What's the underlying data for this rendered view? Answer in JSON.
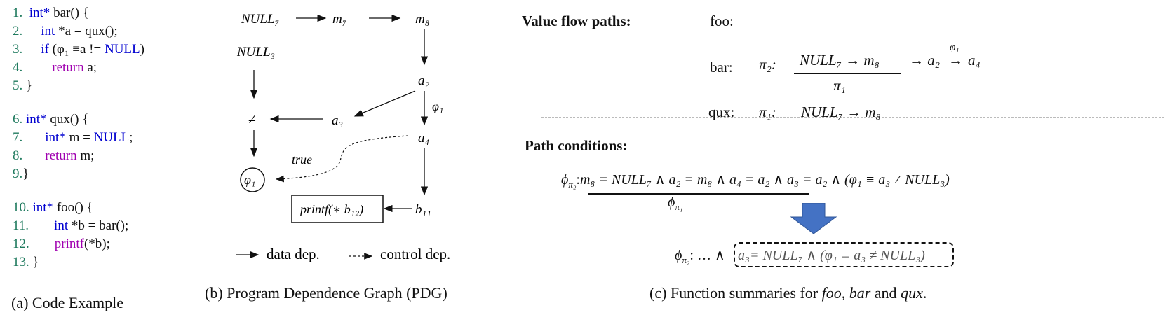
{
  "code": {
    "lines": [
      {
        "num": "1.",
        "kw": "int*",
        "rest": " bar() {",
        "indent": 0
      },
      {
        "num": "2.",
        "kw": "int",
        "rest": " *a = qux();",
        "indent": 1
      },
      {
        "num": "3.",
        "kw": "if",
        "rest_math": "(φ₁ ≡a != ",
        "kw2": "NULL",
        "tail": ")",
        "indent": 1
      },
      {
        "num": "4.",
        "ret": "return",
        "rest": " a;",
        "indent": 2
      },
      {
        "num": "5.",
        "rest": " }",
        "indent": 0
      },
      {
        "num": "6.",
        "kw": "int*",
        "rest": " qux() {",
        "indent": 0
      },
      {
        "num": "7.",
        "kw": "int*",
        "rest": " m = ",
        "kw2": "NULL",
        "tail": ";",
        "indent": 1
      },
      {
        "num": "8.",
        "ret": "return",
        "rest": " m;",
        "indent": 1
      },
      {
        "num": "9.",
        "rest": "}",
        "indent": 0
      },
      {
        "num": "10.",
        "kw": "int*",
        "rest": " foo() {",
        "indent": 0
      },
      {
        "num": "11.",
        "kw": "int",
        "rest": " *b = bar();",
        "indent": 2
      },
      {
        "num": "12.",
        "ret": "printf",
        "rest": "(*b);",
        "indent": 2
      },
      {
        "num": "13.",
        "rest": " }",
        "indent": 0
      }
    ]
  },
  "captions": {
    "a": "(a) Code Example",
    "b": "(b) Program Dependence Graph (PDG)",
    "c_prefix": "(c) Function summaries for ",
    "c_foo": "foo",
    "c_sep1": ", ",
    "c_bar": "bar",
    "c_and": " and ",
    "c_qux": "qux",
    "c_end": "."
  },
  "pdg": {
    "nodes": {
      "null7": "NULL₇",
      "m7": "m₇",
      "m8": "m₈",
      "null3": "NULL₃",
      "a2": "a₂",
      "a3": "a₃",
      "a4": "a₄",
      "neq": "≠",
      "phi1": "φ₁",
      "printf": "printf(∗ b₁₂)",
      "b11": "b₁₁"
    },
    "edge_labels": {
      "phi1": "φ₁",
      "true": "true"
    },
    "legend": {
      "data": "data dep.",
      "control": "control dep."
    }
  },
  "summaries": {
    "value_flow_title": "Value flow paths:",
    "foo_label": "foo:",
    "bar_label": "bar:",
    "qux_label": "qux:",
    "pi2": "π₂:",
    "pi1": "π₁:",
    "bar_path_top": "NULL₇ → m₈",
    "bar_path_under": "π₁",
    "bar_path_rest": "→ a₂",
    "bar_arrow_label": "φ₁",
    "bar_path_end": "a₄",
    "qux_path": "NULL₇ → m₈",
    "path_cond_title": "Path conditions:",
    "phi_pi2": "ϕ",
    "phi_sub": "π₂",
    "cond_underlined": "m₈ = NULL₇ ∧ a₂ = m₈ ∧ a₄ = a₂",
    "cond_rest": " ∧ a₃ = a₂ ∧ (φ₁ ≡ a₃ ≠ NULL₃)",
    "cond_under_label": "ϕ",
    "cond_under_sub": "π₁",
    "result_prefix_dots": ": … ∧",
    "result_boxed": "a₃= NULL₇ ∧ (φ₁ ≡ a₃ ≠ NULL₃)"
  },
  "colors": {
    "keyword": "#0000d0",
    "line_number": "#1f7a5e",
    "return": "#a000b0",
    "big_arrow": "#4472c4",
    "boxed_text": "#555555"
  }
}
